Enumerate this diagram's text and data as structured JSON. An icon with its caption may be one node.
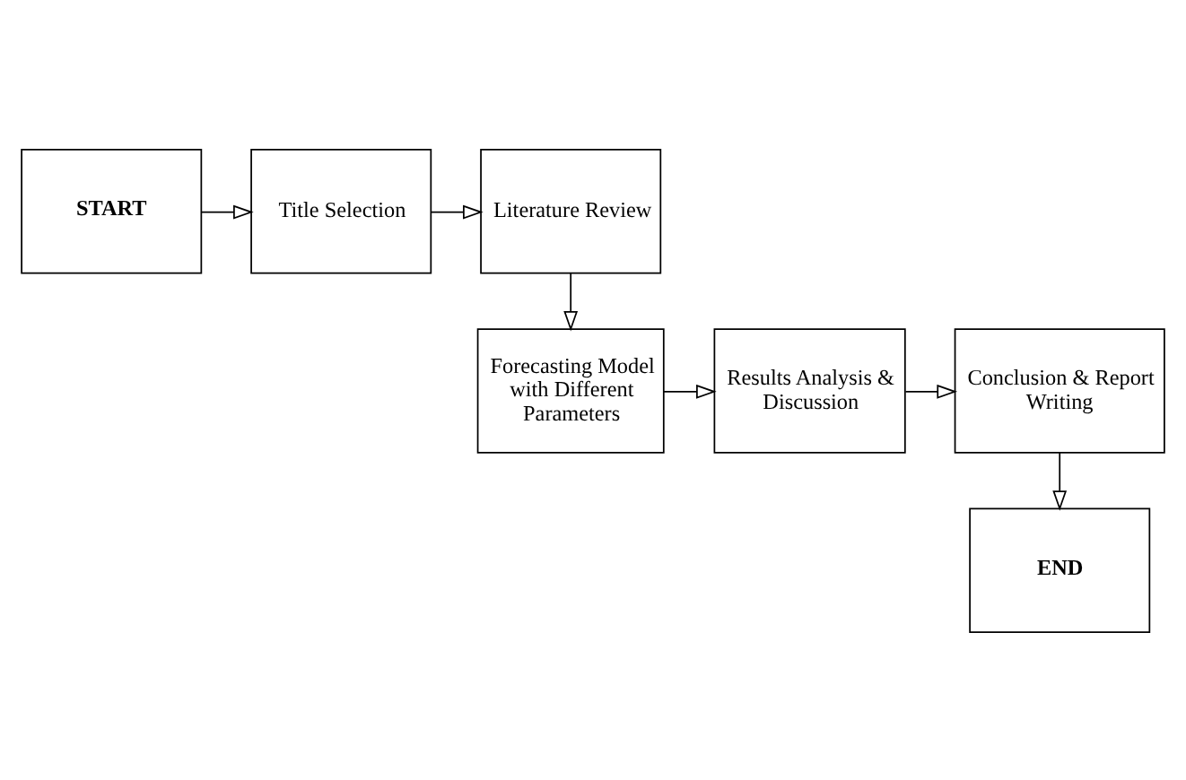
{
  "diagram": {
    "nodes": [
      {
        "text": [
          "START"
        ]
      },
      {
        "text": [
          "Title Selection"
        ]
      },
      {
        "text": [
          "Literature Review"
        ]
      },
      {
        "text": [
          "Forecasting Model with Different Parameters"
        ]
      },
      {
        "text": [
          "Results Analysis & Discussion"
        ]
      },
      {
        "text": [
          "Conclusion & Report Writing"
        ]
      },
      {
        "text": [
          "END"
        ]
      }
    ],
    "edges": [
      {
        "from": 0,
        "to": 1,
        "arrow": "to"
      },
      {
        "from": 1,
        "to": 2,
        "arrow": "to"
      },
      {
        "from": 2,
        "to": 3,
        "arrow": "to"
      },
      {
        "from": 3,
        "to": 4,
        "arrow": "to"
      },
      {
        "from": 4,
        "to": 5,
        "arrow": "to"
      },
      {
        "from": 5,
        "to": 6,
        "arrow": "to"
      }
    ]
  }
}
